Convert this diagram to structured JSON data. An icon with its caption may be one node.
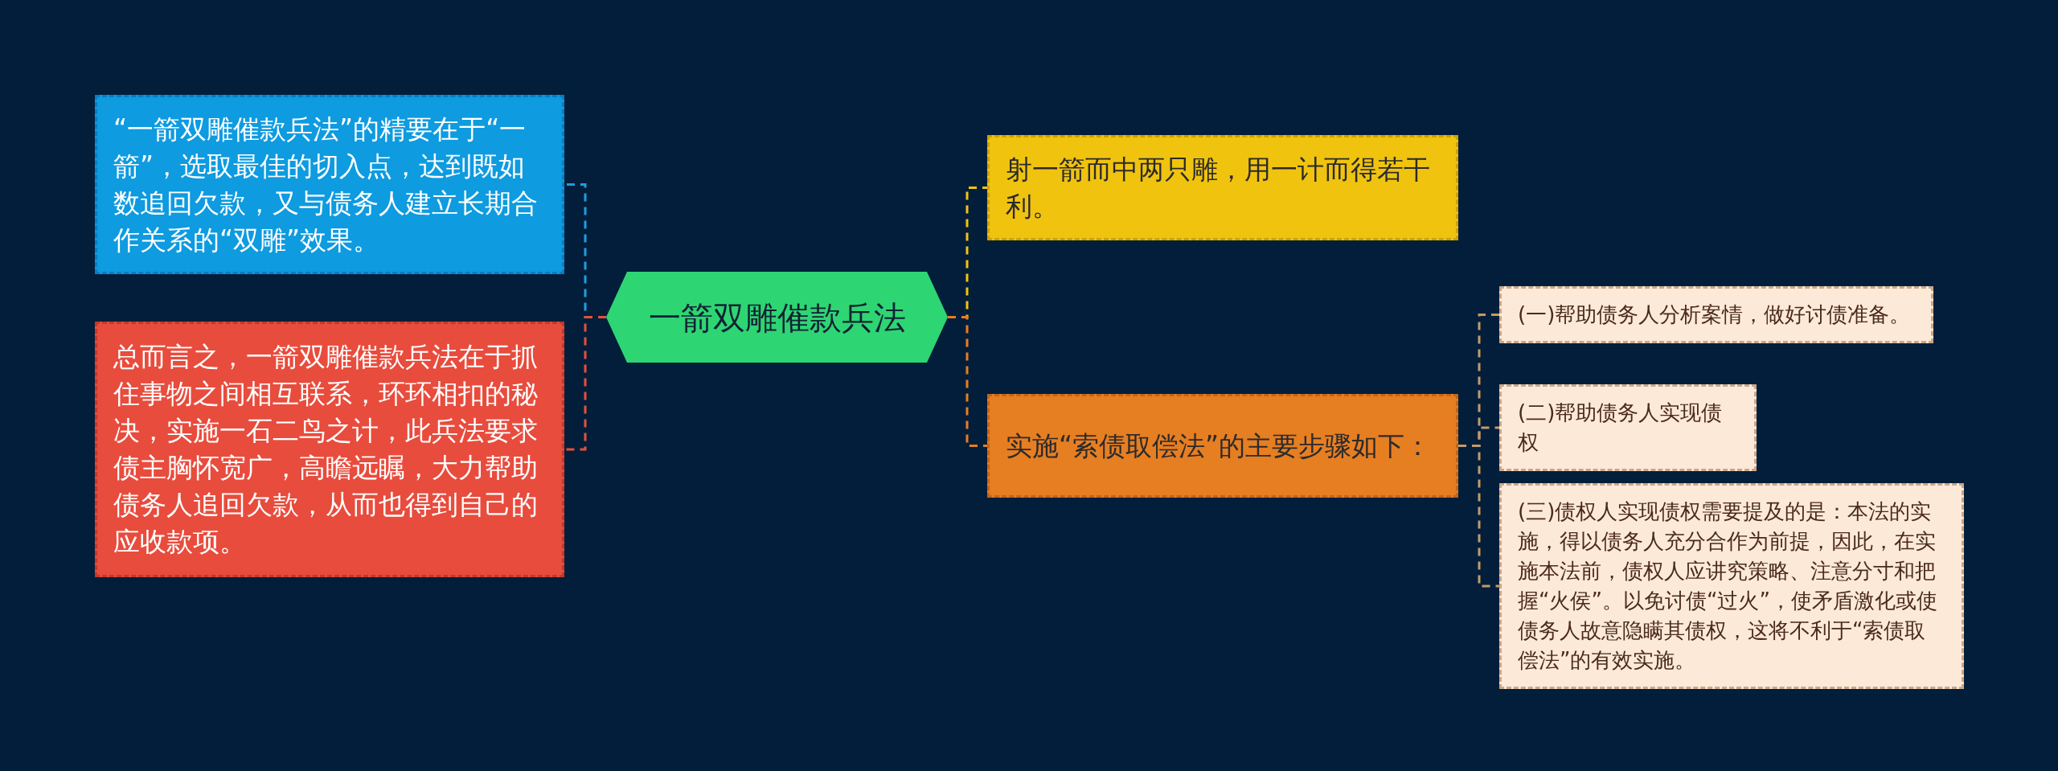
{
  "diagram": {
    "nodes": [
      {
        "text": [
          "一箭双雕催款兵法"
        ]
      },
      {
        "text": [
          "“一箭双雕催款兵法”的精要在于“一箭”，选取最佳的切入点，达到既如数追回欠款，又与债务人建立长期合作关系的“双雕”效果。"
        ]
      },
      {
        "text": [
          "总而言之，一箭双雕催款兵法在于抓住事物之间相互联系，环环相扣的秘决，实施一石二鸟之计，此兵法要求债主胸怀宽广，高瞻远瞩，大力帮助债务人追回欠款，从而也得到自己的应收款项。"
        ]
      },
      {
        "text": [
          "射一箭而中两只雕，用一计而得若干利。"
        ]
      },
      {
        "text": [
          "实施“索债取偿法”的主要步骤如下："
        ]
      },
      {
        "text": [
          "(一)帮助债务人分析案情，做好讨债准备。"
        ]
      },
      {
        "text": [
          "(二)帮助债务人实现债权"
        ]
      },
      {
        "text": [
          "(三)债权人实现债权需要提及的是：本法的实施，得以债务人充分合作为前提，因此，在实施本法前，债权人应讲究策略、注意分寸和把握“火侯”。以免讨债“过火”，使矛盾激化或使债务人故意隐瞒其债权，这将不利于“索债取偿法”的有效实施。"
        ]
      }
    ],
    "edges": [
      {
        "from": 0,
        "to": 1,
        "arrow": "none",
        "color": "#1e9ee0"
      },
      {
        "from": 0,
        "to": 2,
        "arrow": "none",
        "color": "#e55039"
      },
      {
        "from": 0,
        "to": 3,
        "arrow": "none",
        "color": "#f1c40f"
      },
      {
        "from": 0,
        "to": 4,
        "arrow": "none",
        "color": "#e67e22"
      },
      {
        "from": 4,
        "to": 5,
        "arrow": "none",
        "color": "#c49a6c"
      },
      {
        "from": 4,
        "to": 6,
        "arrow": "none",
        "color": "#c49a6c"
      },
      {
        "from": 4,
        "to": 7,
        "arrow": "none",
        "color": "#c49a6c"
      }
    ]
  }
}
